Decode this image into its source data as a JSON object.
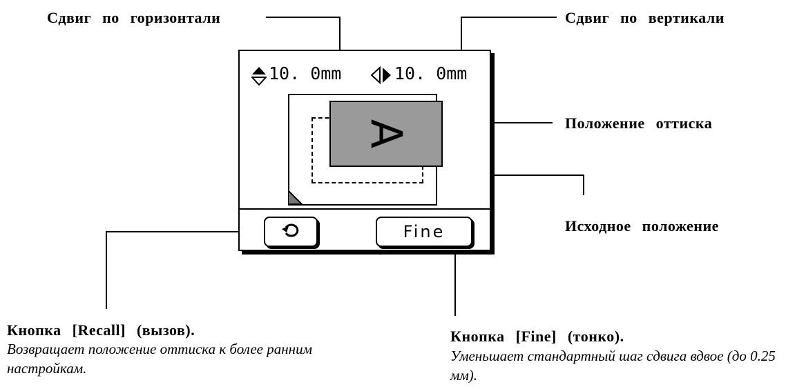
{
  "callouts": {
    "horizontal_shift": "Сдвиг по горизонтали",
    "vertical_shift": "Сдвиг по вертикали",
    "print_position": "Положение оттиска",
    "home_position": "Исходное положение"
  },
  "panel": {
    "vertical_shift_value": "10. 0mm",
    "horizontal_shift_value": "10. 0mm",
    "image_letter": "A",
    "recall_icon": "undo-arrow-icon",
    "fine_label": "Fine"
  },
  "descriptions": {
    "recall_title": "Кнопка [Recall] (вызов).",
    "recall_text": "Возвращает положение оттиска к более ранним настройкам.",
    "fine_title": "Кнопка [Fine] (тонко).",
    "fine_text": "Уменьшает стандартный шаг сдвига вдвое (до 0.25 мм)."
  },
  "colors": {
    "image_fill": "#9a9a9a",
    "line": "#000000"
  }
}
